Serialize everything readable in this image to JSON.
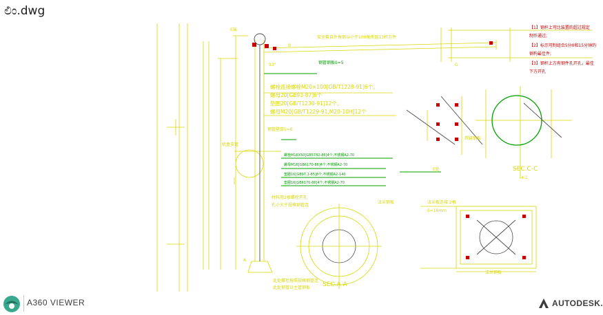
{
  "title_bar": {
    "file_name": "ಲಿಂ.dwg"
  },
  "drawing": {
    "notes_top": [
      "【1】钢杆上可比装置的超过规定",
      "制作通过;",
      "【2】标示可制组合5分0和15分钟的",
      "钢构最佳件;",
      "【3】钢杆上方有钢件孔开孔，最佳",
      "下方开孔"
    ],
    "label_arm_note": "安全套自外角钢以小于100角夹层13杆方件",
    "label_weld": "钢管钢板δ=5",
    "label_e": "E端",
    "label_b": "B",
    "label_g": "G",
    "label_angle": "93°",
    "spec_lines": [
      "螺栓连接螺栓M20×100[GB/T1228-91]6个。",
      "螺母20[GB93-87]6个",
      "垫圈20[GB/T1230-91]12个。",
      "螺母M20[GB/T1229-91,M20-10H]12个"
    ],
    "label_pole_wall": "钢管壁厚δ=6",
    "label_side": "机盒支管",
    "bolt_lines": [
      "螺栓M16X50[GB5782-86]4个,不锈钢A2-70",
      "螺母M16[GB6170-86]4个,不锈钢A2-70",
      "垫圈16[GB97.1-85]8个,不锈钢A2-140",
      "垫圈16[GB6170-86]4个,不锈钢A2-70"
    ],
    "label_a": "A",
    "label_base_note1": "材料用2根螺栓开孔",
    "label_base_note2": "孔小大于规格钢管连",
    "label_bottom_note1": "此处螺栓按照规格钢管连",
    "label_bottom_note2": "此处钢管以主管钢板",
    "label_flange": "法兰钢板",
    "label_sec_aa": "SEC.A-A",
    "label_e2": "E处",
    "label_weld2": "焊缝钢板",
    "label_sec_cc": "SEC.C-C",
    "label_scale": "4:1",
    "label_plate_note": "法兰板连接 2根",
    "label_plate_size": "δ=16mm",
    "label_plate_bottom": "法兰钢板"
  },
  "footer": {
    "viewer_label": "A360 VIEWER",
    "brand_label": "AUTODESK.",
    "colors": {
      "canvas_bg": "#ffffff",
      "cad_yellow": "#d8d800",
      "cad_green": "#00a000",
      "cad_red": "#c80000",
      "cad_gray": "#4a4a4a"
    }
  }
}
